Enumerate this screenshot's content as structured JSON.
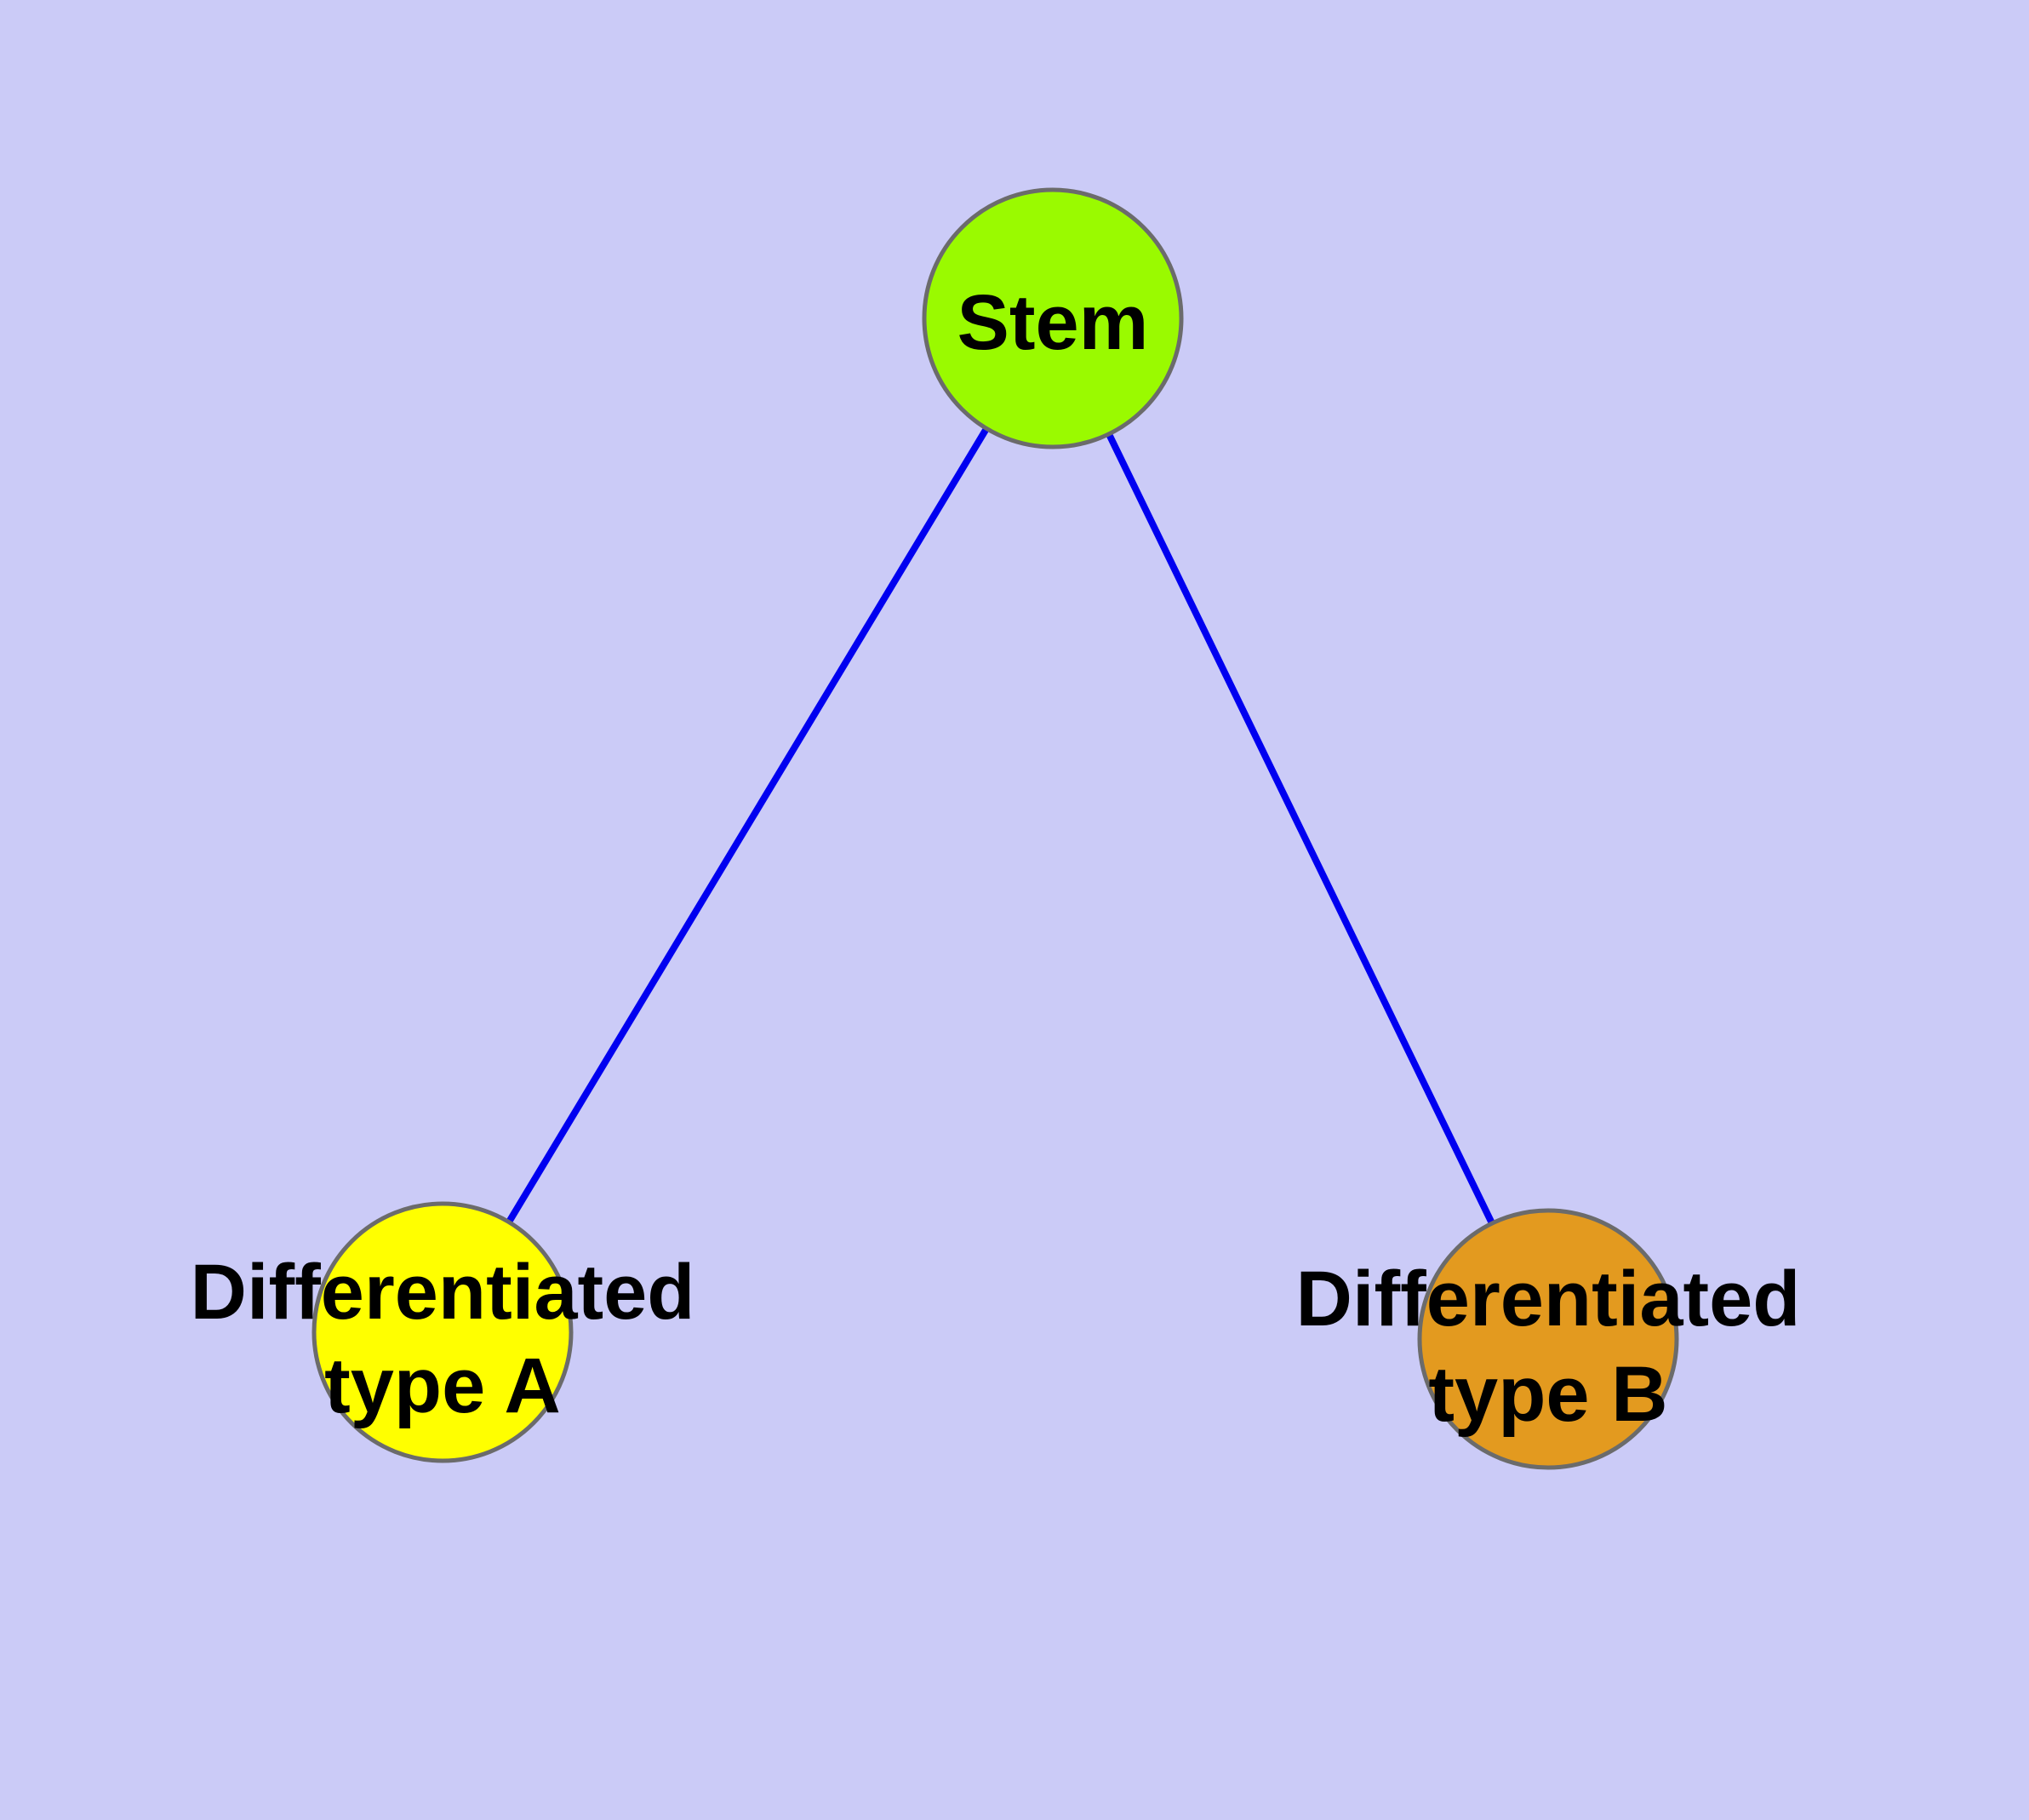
{
  "diagram": {
    "background_color": "#CBCBF7",
    "edge_color": "#0000F0",
    "node_stroke_color": "#6B6B6B",
    "label_color": "#000000",
    "nodes": {
      "stem": {
        "label": "Stem",
        "fill": "#9AFA00"
      },
      "type_a": {
        "label_line1": "Differentiated",
        "label_line2": "type A",
        "fill": "#FFFF00"
      },
      "type_b": {
        "label_line1": "Differentiated",
        "label_line2": "type B",
        "fill": "#E39A1F"
      }
    },
    "edges": [
      {
        "from": "Stem",
        "to": "Differentiated type A"
      },
      {
        "from": "Stem",
        "to": "Differentiated type B"
      }
    ]
  }
}
